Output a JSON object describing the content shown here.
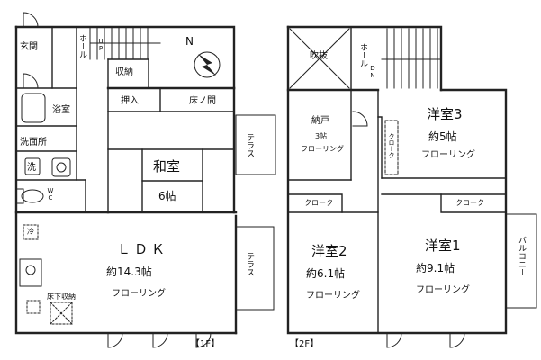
{
  "floor1": {
    "label": "【1F】",
    "rooms": {
      "genkan": "玄関",
      "hall": "ホール",
      "up": "UP",
      "storage": "収納",
      "bath": "浴室",
      "washroom": "洗面所",
      "washer": "洗",
      "wc": "WC",
      "oshiire": "押入",
      "tokonoma": "床ノ間",
      "washitsu_name": "和室",
      "washitsu_size": "6帖",
      "terrace_top": "テラス",
      "terrace_bottom": "テラス",
      "ldk_name": "ＬＤＫ",
      "ldk_size": "約14.3帖",
      "ldk_floor": "フローリング",
      "fridge": "冷",
      "underfloor": "床下収納"
    }
  },
  "floor2": {
    "label": "【2F】",
    "rooms": {
      "fukinuke": "吹抜",
      "hall": "ホール",
      "dn": "DN",
      "nando_name": "納戸",
      "nando_size": "3帖",
      "nando_floor": "フローリング",
      "yoshitsu3_name": "洋室3",
      "yoshitsu3_size": "約5帖",
      "yoshitsu3_floor": "フローリング",
      "closet_3": "クローク",
      "closet_2": "クローク",
      "closet_1": "クローク",
      "yoshitsu2_name": "洋室2",
      "yoshitsu2_size": "約6.1帖",
      "yoshitsu2_floor": "フローリング",
      "yoshitsu1_name": "洋室1",
      "yoshitsu1_size": "約9.1帖",
      "yoshitsu1_floor": "フローリング",
      "balcony": "バルコニー"
    }
  },
  "compass": {
    "north": "N"
  }
}
